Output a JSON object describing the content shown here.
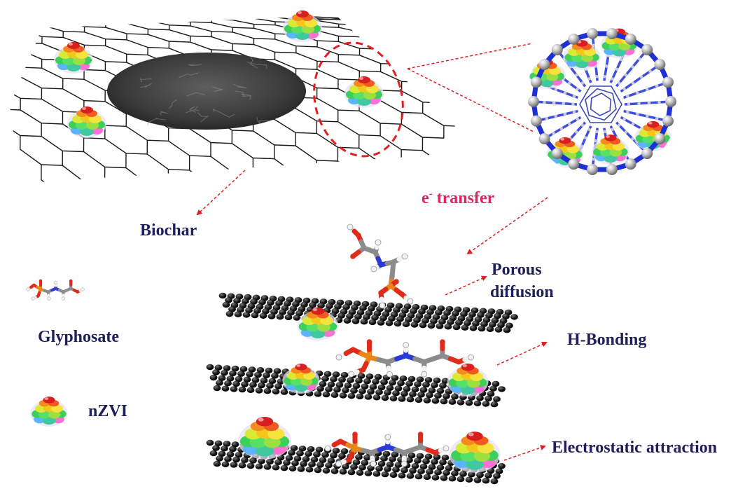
{
  "labels": {
    "biochar": "Biochar",
    "electron_symbol": "e",
    "electron_charge": "-",
    "transfer": " transfer",
    "porous_line1": "Porous",
    "porous_line2": "diffusion",
    "h_bonding": "H-Bonding",
    "glyphosate": "Glyphosate",
    "nzvi": "nZVI",
    "electrostatic": "Electrostatic attraction"
  },
  "colors": {
    "label_text": "#1f1f5c",
    "electron_text": "#e0245e",
    "arrow": "#e02020",
    "lattice": "#1a1a1a",
    "nanotube": "#1e2fd6",
    "carbon_atom": "#111111",
    "oxygen": "#e02a1a",
    "phosphorus": "#e8861c",
    "nitrogen": "#2a3ad8",
    "hydrogen": "#f2f2f2",
    "chain": "#8c8c8c"
  }
}
